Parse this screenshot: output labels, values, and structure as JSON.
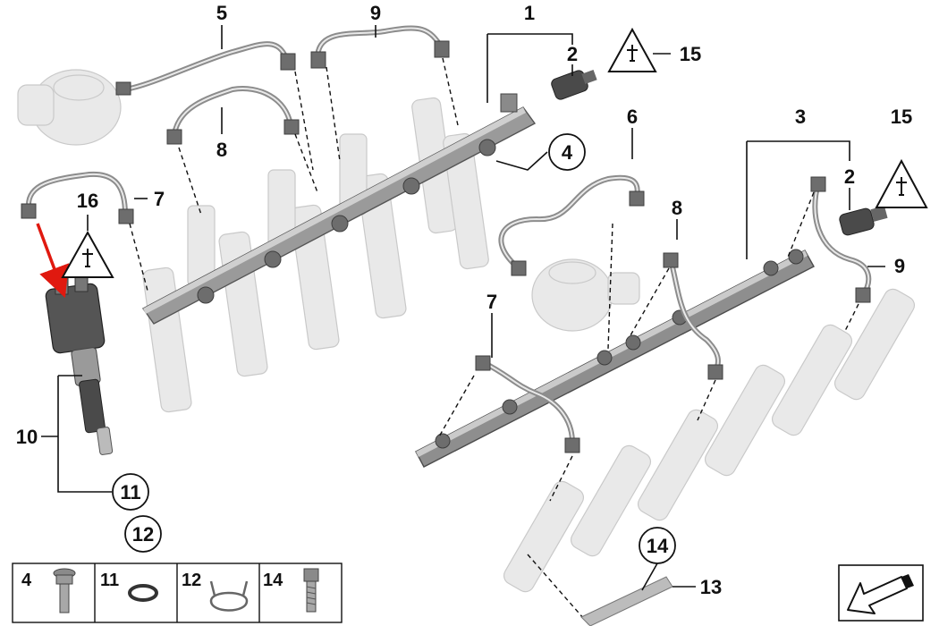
{
  "callouts": {
    "top_5": "5",
    "top_9": "9",
    "top_1": "1",
    "top_2": "2",
    "top_15": "15",
    "top_8": "8",
    "circle_4": "4",
    "left_16": "16",
    "left_7": "7",
    "left_10": "10",
    "circle_11": "11",
    "circle_12": "12",
    "right_6": "6",
    "right_3": "3",
    "right_15": "15",
    "right_2": "2",
    "right_8": "8",
    "right_9": "9",
    "right_7": "7",
    "circle_14": "14",
    "bottom_13": "13"
  },
  "legend": {
    "cells": [
      {
        "label": "4",
        "icon": "bolt-icon"
      },
      {
        "label": "11",
        "icon": "seal-ring-icon"
      },
      {
        "label": "12",
        "icon": "clip-icon"
      },
      {
        "label": "14",
        "icon": "screw-icon"
      }
    ]
  },
  "nav": {
    "icon": "next-page-arrow-icon"
  },
  "colors": {
    "highlight_arrow": "#e0190f",
    "ink": "#111111",
    "part_grey": "#8c8c8c"
  }
}
